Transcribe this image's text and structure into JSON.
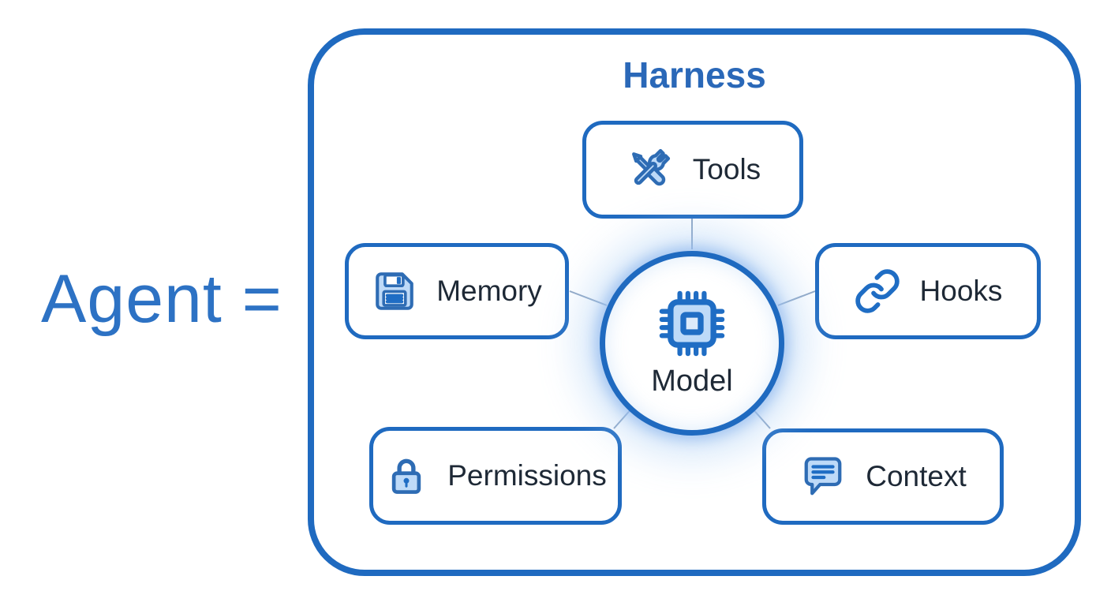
{
  "equation": {
    "text": "Agent ="
  },
  "harness": {
    "title": "Harness",
    "center_node": {
      "label": "Model",
      "icon": "chip-icon"
    },
    "nodes": [
      {
        "id": "tools",
        "label": "Tools",
        "icon": "tools-icon"
      },
      {
        "id": "memory",
        "label": "Memory",
        "icon": "floppy-disk-icon"
      },
      {
        "id": "hooks",
        "label": "Hooks",
        "icon": "chain-link-icon"
      },
      {
        "id": "permissions",
        "label": "Permissions",
        "icon": "lock-icon"
      },
      {
        "id": "context",
        "label": "Context",
        "icon": "chat-bubble-icon"
      }
    ]
  },
  "colors": {
    "accent": "#1f6ac0",
    "title_blue": "#2a68b8",
    "agent_blue": "#2d72c4",
    "label_dark": "#1e2936",
    "icon_stroke": "#2e6cb4",
    "icon_fill": "#bedaf8",
    "icon_dark": "#1f6dc4",
    "connector": "#8fa6c4"
  }
}
